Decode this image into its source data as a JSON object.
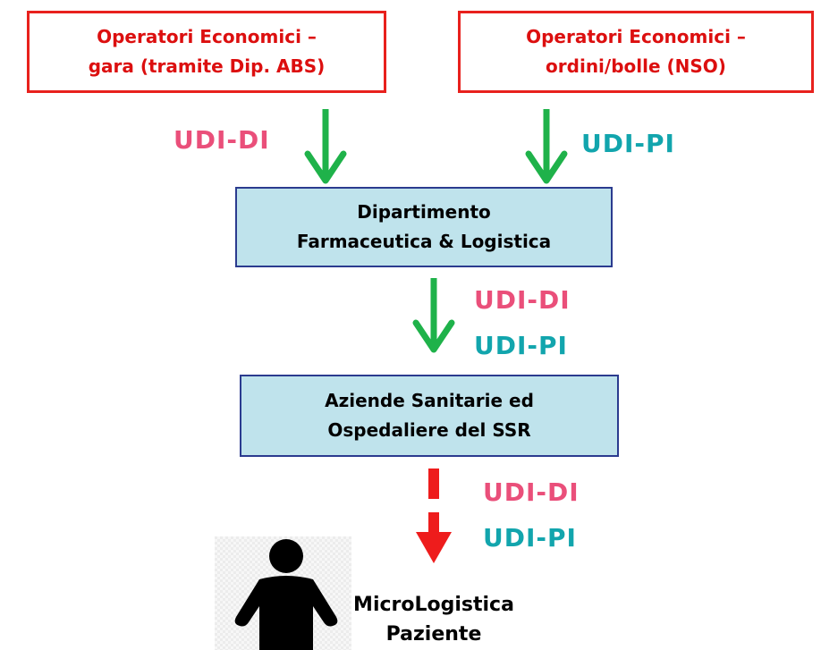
{
  "boxes": {
    "supplier_tender": {
      "line1": "Operatori Economici –",
      "line2": "gara (tramite Dip. ABS)"
    },
    "supplier_orders": {
      "line1": "Operatori Economici –",
      "line2": "ordini/bolle (NSO)"
    },
    "pharma_department": {
      "line1": "Dipartimento",
      "line2": "Farmaceutica & Logistica"
    },
    "health_agencies": {
      "line1": "Aziende Sanitarie ed",
      "line2": "Ospedaliere del SSR"
    }
  },
  "labels": {
    "udi_di_1": "UDI-DI",
    "udi_pi_1": "UDI-PI",
    "udi_di_2": "UDI-DI",
    "udi_pi_2": "UDI-PI",
    "udi_di_3": "UDI-DI",
    "udi_pi_3": "UDI-PI"
  },
  "patient": {
    "line1": "MicroLogistica",
    "line2": "Paziente",
    "icon": "person-icon"
  },
  "colors": {
    "red_border": "#e8211d",
    "red_text": "#dc0f0f",
    "box_fill": "#bfe3ec",
    "box_border": "#2b3b8f",
    "green_arrow": "#1fb24a",
    "red_arrow": "#ee1c1c",
    "udi_di": "#ea4f7a",
    "udi_pi": "#12a5ad"
  }
}
